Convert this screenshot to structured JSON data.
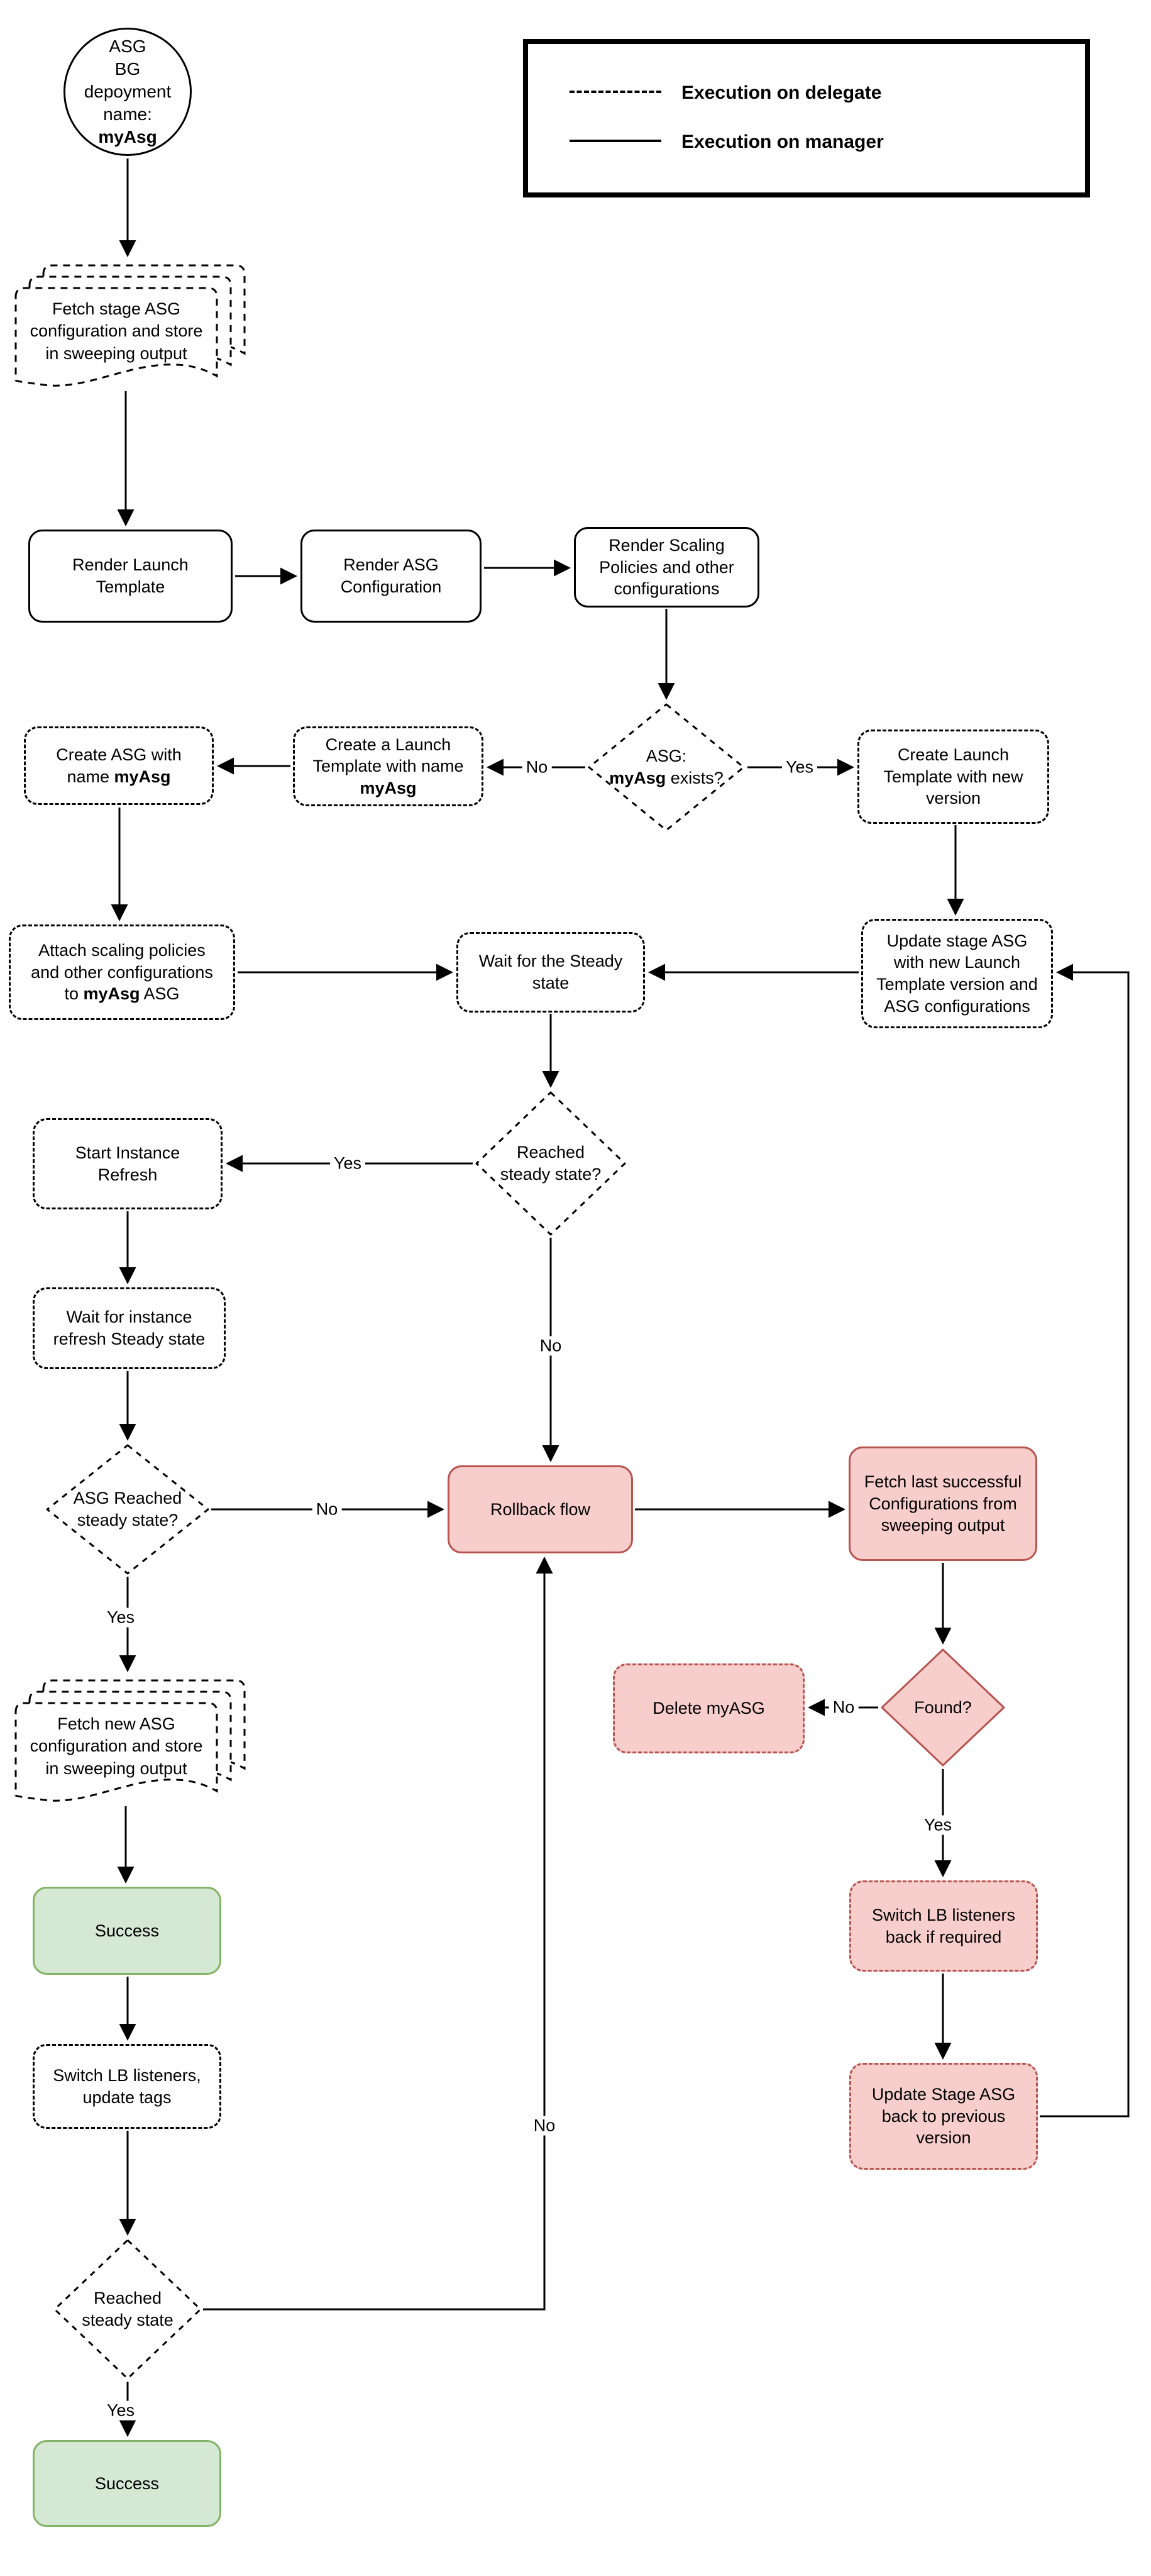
{
  "legend": {
    "delegate": "Execution on delegate",
    "manager": "Execution on manager"
  },
  "start": {
    "line1": "ASG",
    "line2": "BG depoyment",
    "line3_prefix": "name: ",
    "line3_bold": "myAsg"
  },
  "nodes": {
    "fetch_stage": "Fetch stage ASG configuration and store in sweeping output",
    "render_launch_template": "Render Launch Template",
    "render_asg_configuration": "Render ASG Configuration",
    "render_scaling_policies": "Render Scaling Policies and other configurations",
    "asg_exists": {
      "line1": "ASG:",
      "bold": "myAsg",
      "suffix": " exists?"
    },
    "create_launch_template_named": {
      "prefix": "Create a Launch Template with name ",
      "bold": "myAsg"
    },
    "create_launch_template_new": "Create Launch Template with new version",
    "create_asg": {
      "prefix": "Create ASG with name ",
      "bold": "myAsg"
    },
    "attach_scaling": {
      "prefix": "Attach scaling policies and other configurations to ",
      "bold": "myAsg",
      "suffix": " ASG"
    },
    "wait_steady": "Wait for the Steady state",
    "update_stage_asg": "Update stage ASG with new Launch Template version and ASG configurations",
    "reached_steady_q": "Reached steady state?",
    "start_instance_refresh": "Start Instance Refresh",
    "wait_instance_refresh": "Wait for instance refresh Steady state",
    "asg_reached_steady_q": "ASG Reached steady state?",
    "rollback_flow": "Rollback flow",
    "fetch_last_successful": "Fetch last successful Configurations from sweeping output",
    "found_q": "Found?",
    "delete_myasg": "Delete myASG",
    "switch_lb_back": "Switch LB listeners back if required",
    "update_stage_back": "Update Stage ASG back to previous version",
    "fetch_new_asg": "Fetch new ASG configuration and store in sweeping output",
    "success_mid": "Success",
    "switch_lb_update_tags": "Switch LB listeners, update tags",
    "reached_steady_final": "Reached steady state",
    "success_final": "Success"
  },
  "edge_labels": {
    "yes": "Yes",
    "no": "No"
  },
  "colors": {
    "line": "#000000",
    "error_fill": "#f8cecc",
    "error_stroke": "#b85450",
    "success_fill": "#d5e8d4",
    "success_stroke": "#82b366"
  }
}
